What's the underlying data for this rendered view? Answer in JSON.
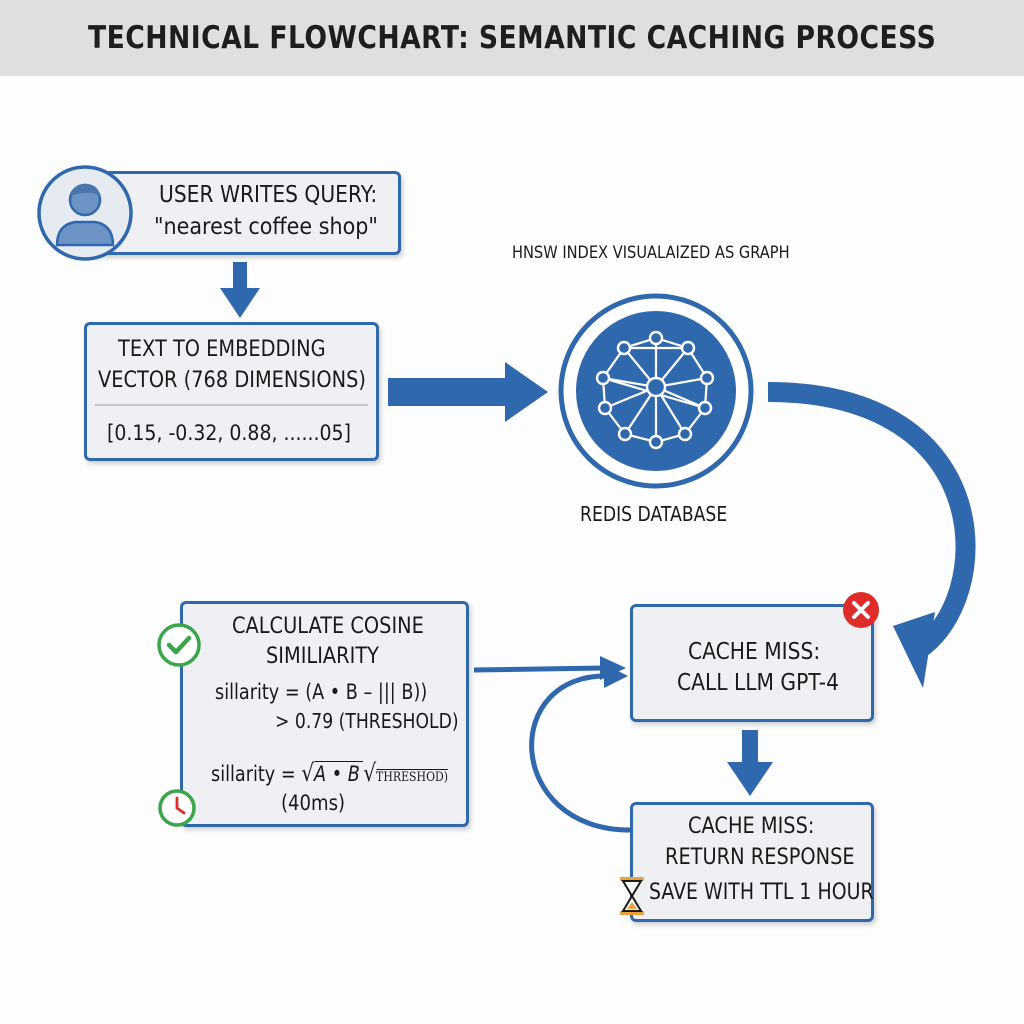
{
  "title": "TECHNICAL FLOWCHART: SEMANTIC CACHING PROCESS",
  "query_box": {
    "line1": "USER WRITES QUERY:",
    "line2": "\"nearest coffee shop\""
  },
  "embedding_box": {
    "line1": "TEXT TO EMBEDDING",
    "line2": "VECTOR (768 DIMENSIONS)",
    "vector": "[0.15, -0.32, 0.88, ......05]"
  },
  "redis": {
    "caption_top": "HNSW INDEX VISUALAIZED AS GRAPH",
    "caption_bottom": "REDIS DATABASE"
  },
  "cosine_box": {
    "line1": "CALCULATE COSINE",
    "line2": "SIMILIARITY",
    "formula1_a": "sillarity = (A • B – ||| B))",
    "formula1_b": "> 0.79 (THRESHOLD)",
    "formula2_prefix": "sillarity = ",
    "formula2_ab": "A • B",
    "formula2_small": "THRESHOD)",
    "latency": "(40ms)"
  },
  "cache_miss_box": {
    "line1": "CACHE MISS:",
    "line2": "CALL LLM GPT-4"
  },
  "return_box": {
    "line1": "CACHE MISS:",
    "line2": "RETURN RESPONSE",
    "line3": "SAVE WITH TTL 1 HOUR"
  },
  "colors": {
    "accent_blue": "#2f68ad",
    "box_fill": "#eef0f3",
    "success_green": "#3aa64a",
    "error_red": "#e02b2b",
    "hourglass_orange": "#e9a23b"
  }
}
